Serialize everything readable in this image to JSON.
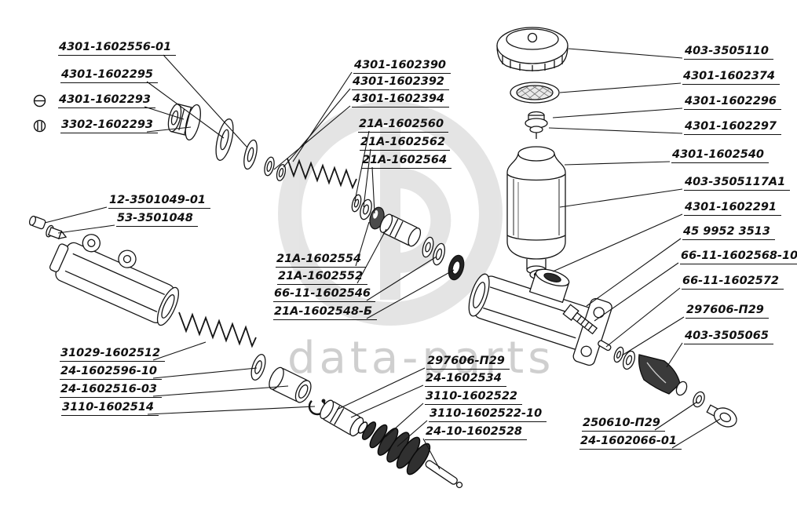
{
  "watermark": {
    "text": "data-parts"
  },
  "icons": [
    {
      "name": "variant-a-icon",
      "shape": "circle-with-horizontal-bar"
    },
    {
      "name": "variant-b-icon",
      "shape": "circle-with-two-vertical-bars"
    }
  ],
  "labels": [
    {
      "text": "4301-1602556-01"
    },
    {
      "text": "4301-1602295"
    },
    {
      "text": "4301-1602293"
    },
    {
      "text": "3302-1602293"
    },
    {
      "text": "4301-1602390"
    },
    {
      "text": "4301-1602392"
    },
    {
      "text": "4301-1602394"
    },
    {
      "text": "21А-1602560"
    },
    {
      "text": "21А-1602562"
    },
    {
      "text": "21А-1602564"
    },
    {
      "text": "12-3501049-01"
    },
    {
      "text": "53-3501048"
    },
    {
      "text": "21А-1602554"
    },
    {
      "text": "21А-1602552"
    },
    {
      "text": "66-11-1602546"
    },
    {
      "text": "21А-1602548-Б"
    },
    {
      "text": "31029-1602512"
    },
    {
      "text": "24-1602596-10"
    },
    {
      "text": "24-1602516-03"
    },
    {
      "text": "3110-1602514"
    },
    {
      "text": "297606-П29"
    },
    {
      "text": "24-1602534"
    },
    {
      "text": "3110-1602522"
    },
    {
      "text": "3110-1602522-10"
    },
    {
      "text": "24-10-1602528"
    },
    {
      "text": "403-3505110"
    },
    {
      "text": "4301-1602374"
    },
    {
      "text": "4301-1602296"
    },
    {
      "text": "4301-1602297"
    },
    {
      "text": "4301-1602540"
    },
    {
      "text": "403-3505117А1"
    },
    {
      "text": "4301-1602291"
    },
    {
      "text": "45 9952 3513"
    },
    {
      "text": "66-11-1602568-10"
    },
    {
      "text": "66-11-1602572"
    },
    {
      "text": "297606-П29"
    },
    {
      "text": "403-3505065"
    },
    {
      "text": "250610-П29"
    },
    {
      "text": "24-1602066-01"
    }
  ]
}
